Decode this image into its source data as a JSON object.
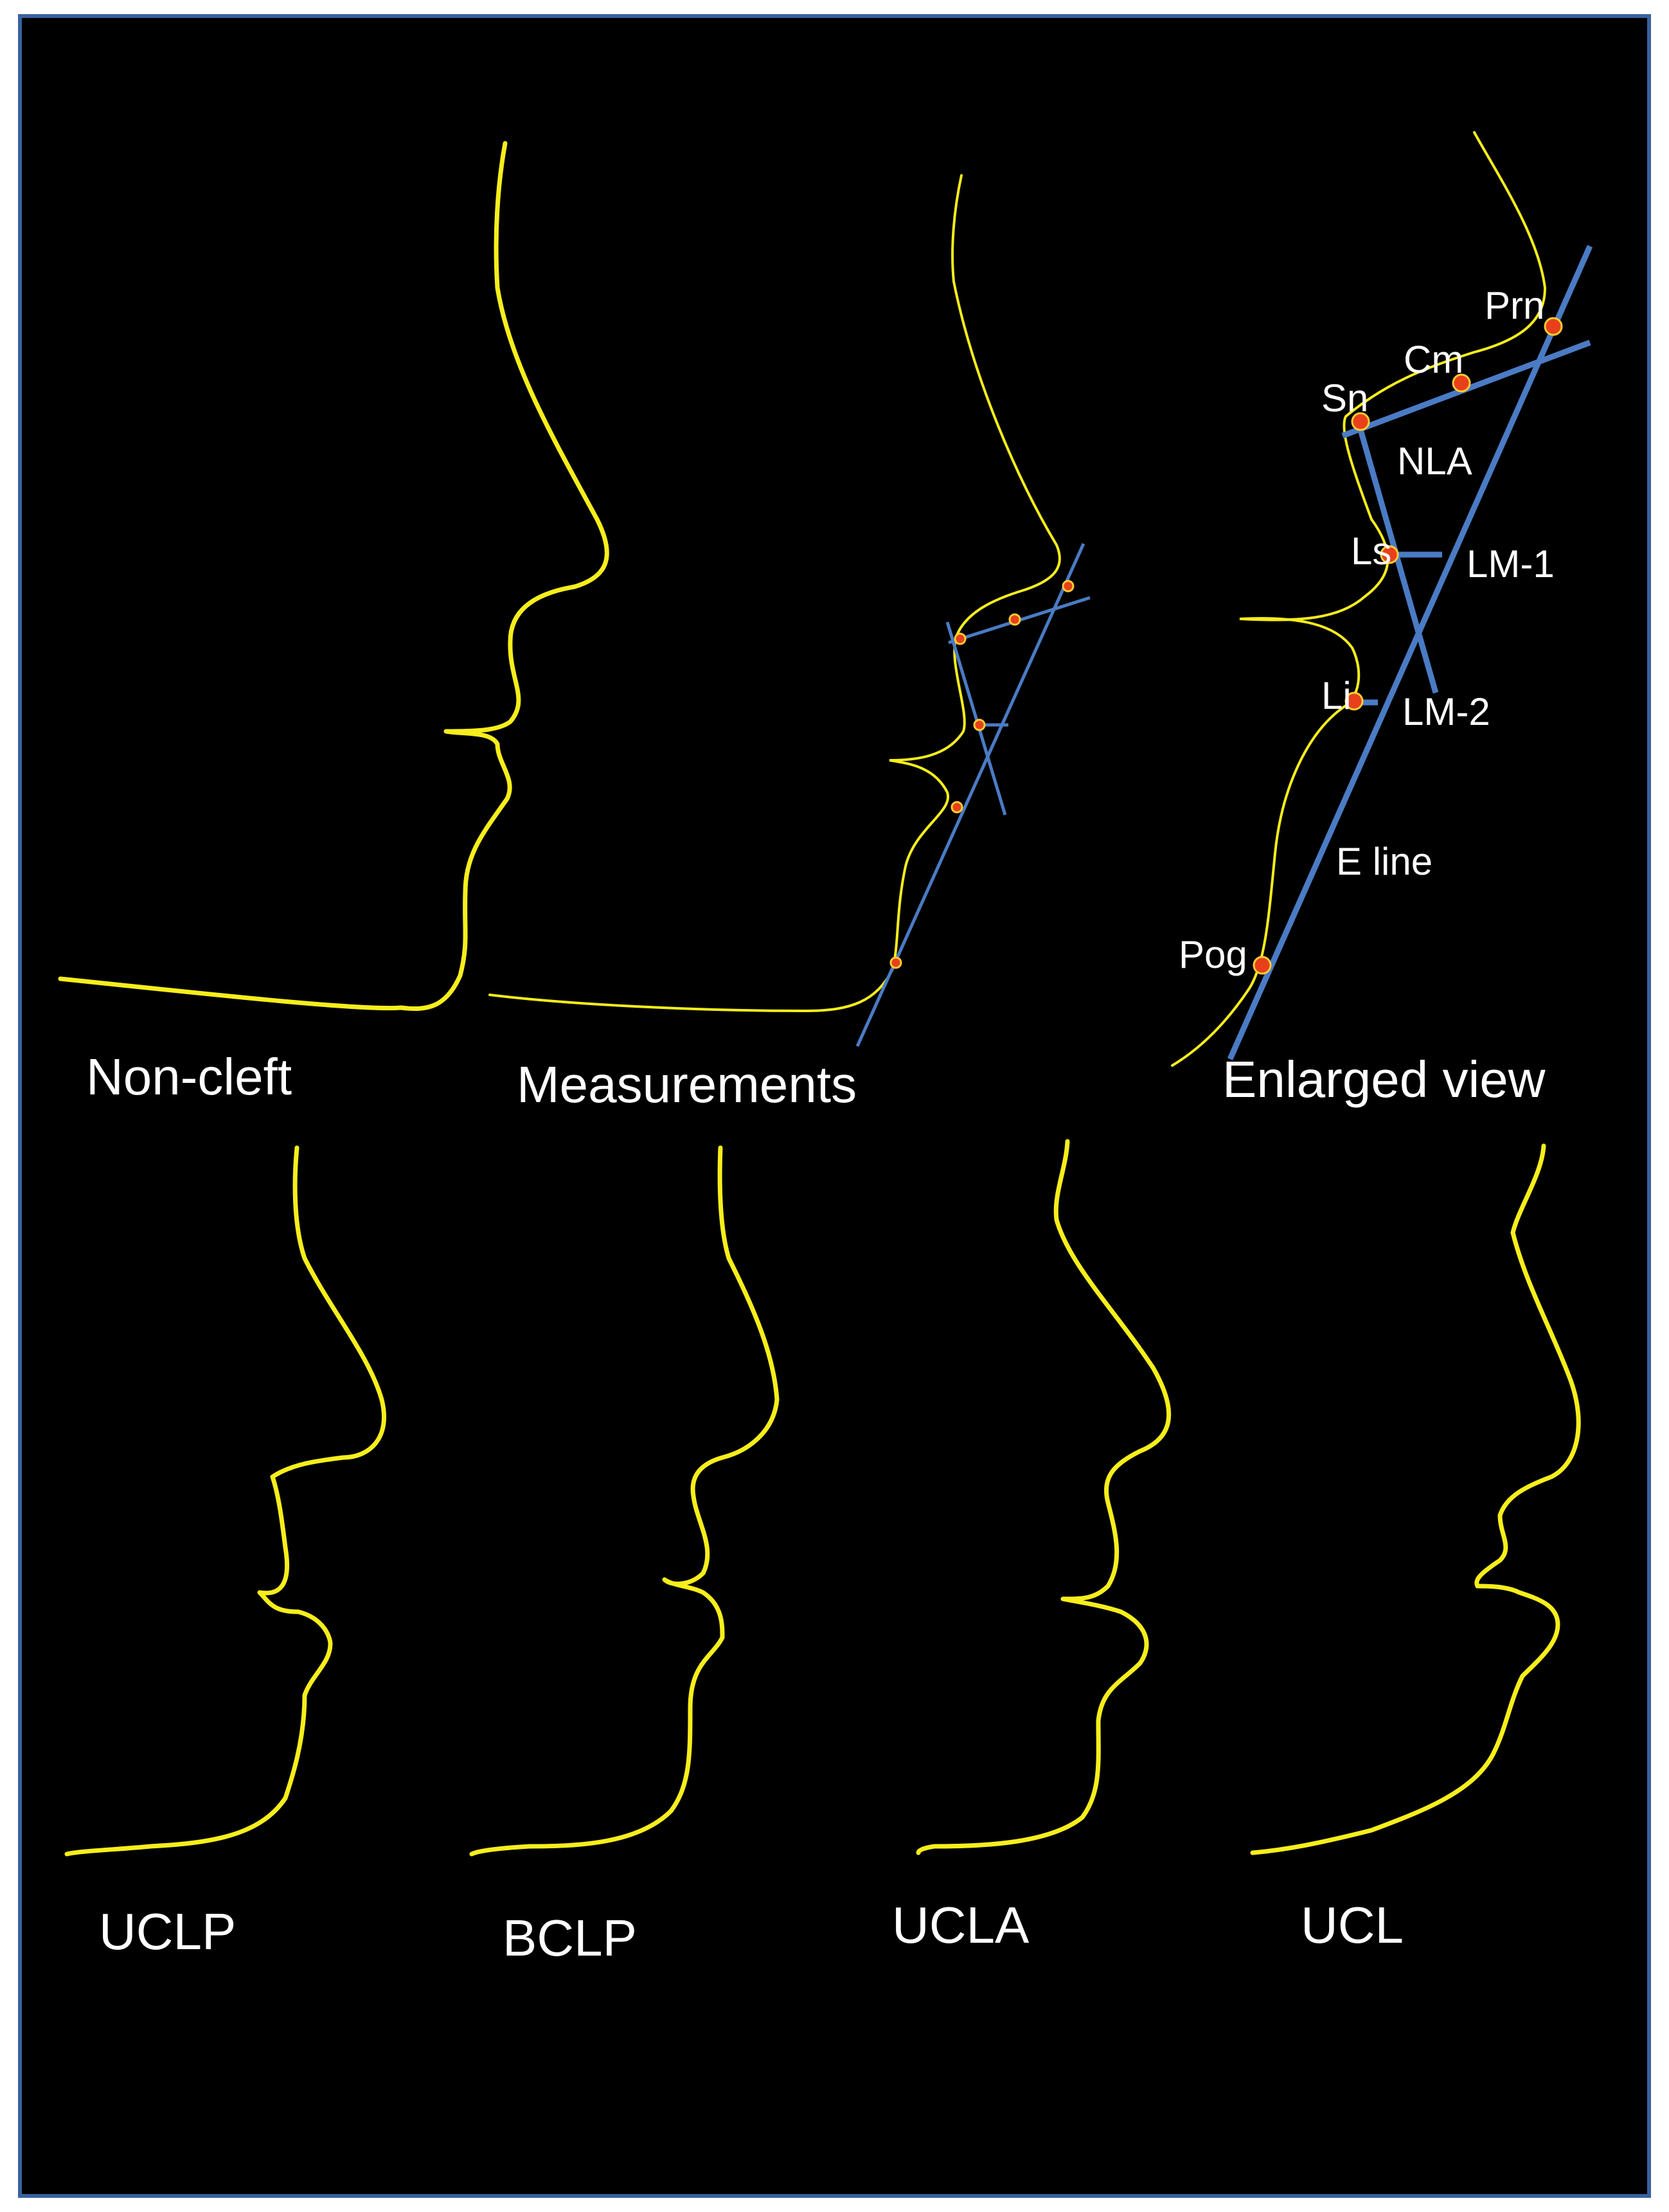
{
  "panels": {
    "non_cleft": "Non-cleft",
    "measurements": "Measurements",
    "enlarged_view": "Enlarged view",
    "uclp": "UCLP",
    "bclp": "BCLP",
    "ucla": "UCLA",
    "ucl": "UCL"
  },
  "landmarks": {
    "prn": "Prn",
    "cm": "Cm",
    "sn": "Sn",
    "ls": "Ls",
    "li": "Li",
    "pog": "Pog"
  },
  "measures": {
    "nla": "NLA",
    "lm1": "LM-1",
    "lm2": "LM-2",
    "eline": "E line"
  },
  "colors": {
    "background": "#000000",
    "frame": "#3a62a0",
    "profile": "#f7ee1c",
    "measure_line": "#4a7bc4",
    "landmark": "#e8401a",
    "label": "#ffffff"
  }
}
